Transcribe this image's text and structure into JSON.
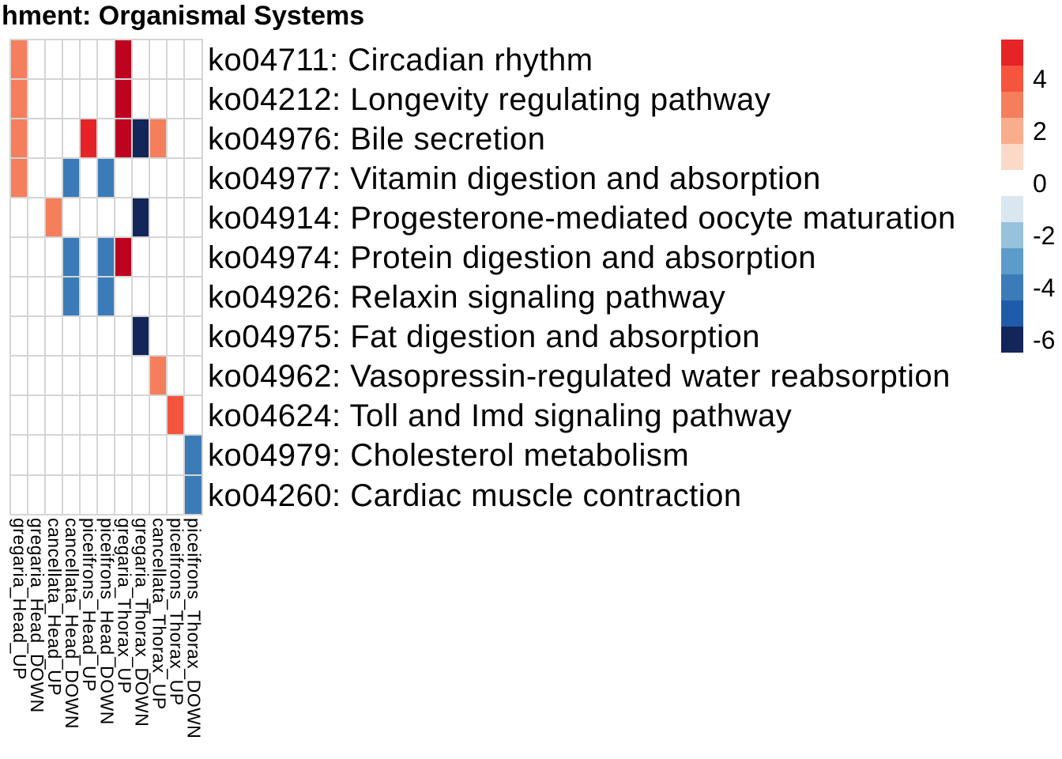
{
  "title": "hment: Organismal Systems",
  "chart_data": {
    "type": "heatmap",
    "title": "hment: Organismal Systems",
    "columns": [
      "gregaria_Head_UP",
      "gregaria_Head_DOWN",
      "cancellata_Head_UP",
      "cancellata_Head_DOWN",
      "piceifrons_Head_UP",
      "piceifrons_Head_DOWN",
      "gregaria_Thorax_UP",
      "gregaria_Thorax_DOWN",
      "cancellata_Thorax_UP",
      "piceifrons_Thorax_UP",
      "piceifrons_Thorax_DOWN"
    ],
    "rows": [
      "ko04711: Circadian rhythm",
      "ko04212: Longevity regulating pathway",
      "ko04976: Bile secretion",
      "ko04977: Vitamin digestion and absorption",
      "ko04914: Progesterone-mediated oocyte maturation",
      "ko04974: Protein digestion and absorption",
      "ko04926: Relaxin signaling pathway",
      "ko04975: Fat digestion and absorption",
      "ko04962: Vasopressin-regulated water reabsorption",
      "ko04624: Toll and Imd signaling pathway",
      "ko04979: Cholesterol metabolism",
      "ko04260: Cardiac muscle contraction"
    ],
    "matrix": [
      [
        3,
        null,
        null,
        null,
        null,
        null,
        6,
        null,
        null,
        null,
        null
      ],
      [
        3,
        null,
        null,
        null,
        null,
        null,
        6,
        null,
        null,
        null,
        null
      ],
      [
        3,
        null,
        null,
        null,
        5,
        null,
        6,
        -6,
        3,
        null,
        null
      ],
      [
        3,
        null,
        null,
        -4,
        null,
        -4,
        null,
        null,
        null,
        null,
        null
      ],
      [
        null,
        null,
        3,
        null,
        null,
        null,
        null,
        -6,
        null,
        null,
        null
      ],
      [
        null,
        null,
        null,
        -4,
        null,
        -4,
        6,
        null,
        null,
        null,
        null
      ],
      [
        null,
        null,
        null,
        -4,
        null,
        -4,
        null,
        null,
        null,
        null,
        null
      ],
      [
        null,
        null,
        null,
        null,
        null,
        null,
        null,
        -6,
        null,
        null,
        null
      ],
      [
        null,
        null,
        null,
        null,
        null,
        null,
        null,
        null,
        3,
        null,
        null
      ],
      [
        null,
        null,
        null,
        null,
        null,
        null,
        null,
        null,
        null,
        4,
        null
      ],
      [
        null,
        null,
        null,
        null,
        null,
        null,
        null,
        null,
        null,
        null,
        -4
      ],
      [
        null,
        null,
        null,
        null,
        null,
        null,
        null,
        null,
        null,
        null,
        -4
      ]
    ],
    "color_scale": {
      "6": "#BE0321",
      "5": "#E62428",
      "4": "#F4553C",
      "3": "#F57E5C",
      "2": "#F8AE8D",
      "1": "#FBD8C7",
      "0": "#FFFFFF",
      "-1": "#D9E7F1",
      "-2": "#97C1DC",
      "-3": "#5C9CCA",
      "-4": "#3B7CB8",
      "-5": "#1E5CA9",
      "-6": "#13265A"
    },
    "empty_color": "#FFFFFF",
    "grid_line_color": "#D5D5D5",
    "legend": {
      "position": "right",
      "block_values": [
        5,
        4,
        3,
        2,
        1,
        0,
        -1,
        -2,
        -3,
        -4,
        -5,
        -6
      ],
      "labeled_values": [
        4,
        2,
        0,
        -2,
        -4,
        -6
      ],
      "tick_labels": [
        "4",
        "2",
        "0",
        "-2",
        "-4",
        "-6"
      ]
    }
  }
}
